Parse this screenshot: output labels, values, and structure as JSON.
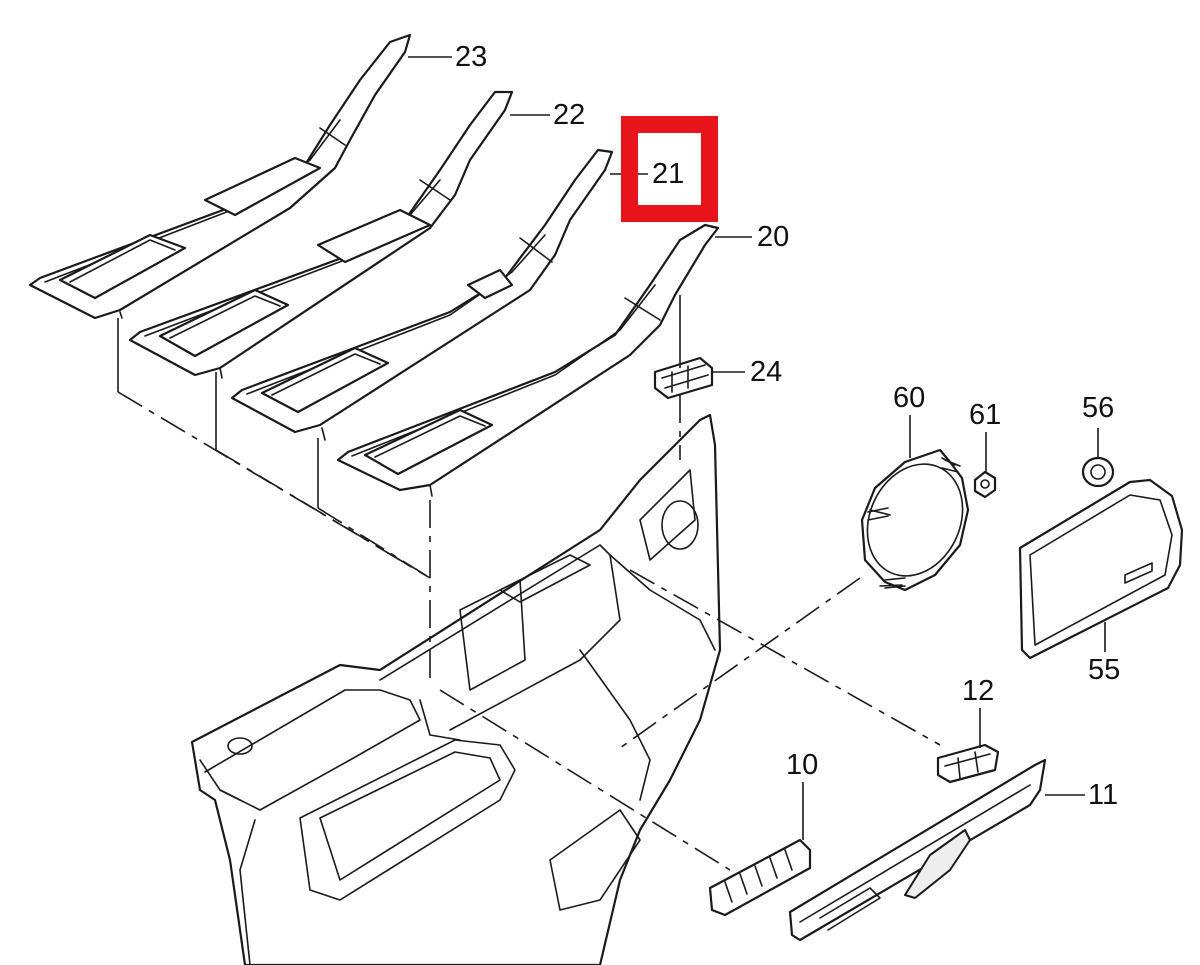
{
  "diagram": {
    "type": "exploded-parts-view",
    "highlight_color": "#e8141b",
    "highlighted_callout": "21",
    "callouts": {
      "c23": "23",
      "c22": "22",
      "c21": "21",
      "c20": "20",
      "c24": "24",
      "c60": "60",
      "c61": "61",
      "c56": "56",
      "c55": "55",
      "c12": "12",
      "c10": "10",
      "c11": "11"
    }
  }
}
